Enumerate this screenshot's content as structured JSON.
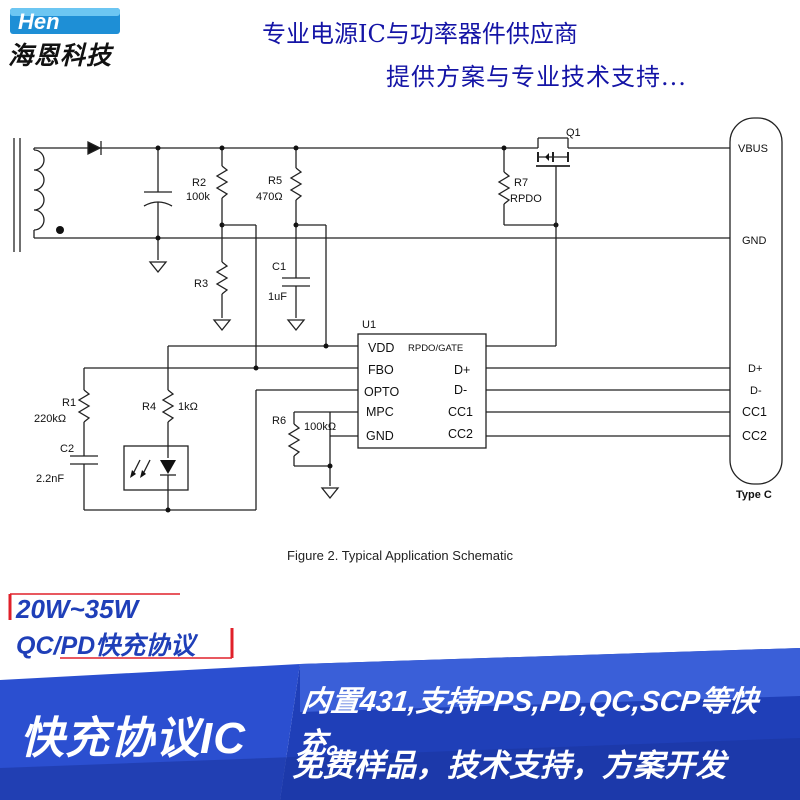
{
  "header": {
    "logo_mark": "Hen",
    "logo_cn": "海恩科技",
    "tagline_1": "专业电源IC与功率器件供应商",
    "tagline_2": "提供方案与专业技术支持..."
  },
  "schematic": {
    "caption": "Figure 2. Typical Application Schematic",
    "components": {
      "r2_ref": "R2",
      "r2_val": "100k",
      "r5_ref": "R5",
      "r5_val": "470Ω",
      "r7_ref": "R7",
      "r7_val": "RPDO",
      "q1_ref": "Q1",
      "r3_ref": "R3",
      "c1_ref": "C1",
      "c1_val": "1uF",
      "u1_ref": "U1",
      "r1_ref": "R1",
      "r1_val": "220kΩ",
      "r4_ref": "R4",
      "r4_val": "1kΩ",
      "c2_ref": "C2",
      "c2_val": "2.2nF",
      "r6_ref": "R6",
      "r6_val": "100kΩ"
    },
    "ic_pins_left": [
      "VDD",
      "FBO",
      "OPTO",
      "MPC",
      "GND"
    ],
    "ic_pins_right": [
      "RPDO/GATE",
      "D+",
      "D-",
      "CC1",
      "CC2"
    ],
    "connector": {
      "vbus": "VBUS",
      "gnd": "GND",
      "dplus": "D+",
      "dminus": "D-",
      "cc1": "CC1",
      "cc2": "CC2",
      "name": "Type C"
    }
  },
  "banner": {
    "power_range": "20W~35W",
    "protocol": "QC/PD快充协议",
    "support": "内置431,支持PPS,PD,QC,SCP等快充。",
    "ic_title": "快充协议IC",
    "services": "免费样品，技术支持，方案开发",
    "colors": {
      "blue": "#1f3fb8",
      "blue_light": "#4a6de0",
      "red": "#e0202a",
      "white": "#ffffff"
    }
  }
}
